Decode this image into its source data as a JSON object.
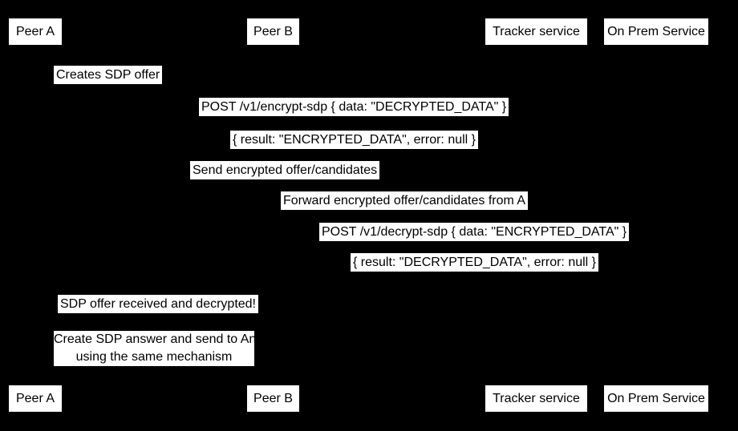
{
  "diagram": {
    "type": "sequence-diagram",
    "colors": {
      "background": "#000000",
      "box_fill": "#ffffff",
      "text": "#000000"
    },
    "participants": [
      {
        "label": "Peer A"
      },
      {
        "label": "Peer B"
      },
      {
        "label": "Tracker service"
      },
      {
        "label": "On Prem Service"
      }
    ],
    "messages": [
      {
        "text": "Creates SDP offer"
      },
      {
        "text": "POST /v1/encrypt-sdp { data: \"DECRYPTED_DATA\" }"
      },
      {
        "text": "{ result: \"ENCRYPTED_DATA\", error: null }"
      },
      {
        "text": "Send encrypted offer/candidates"
      },
      {
        "text": "Forward encrypted offer/candidates from A"
      },
      {
        "text": "POST /v1/decrypt-sdp { data: \"ENCRYPTED_DATA\" }"
      },
      {
        "text": "{ result: \"DECRYPTED_DATA\", error: null }"
      },
      {
        "text": "SDP offer received and decrypted!"
      }
    ],
    "note": {
      "lines": [
        "Create SDP answer and send to An",
        "using the same mechanism"
      ]
    }
  }
}
